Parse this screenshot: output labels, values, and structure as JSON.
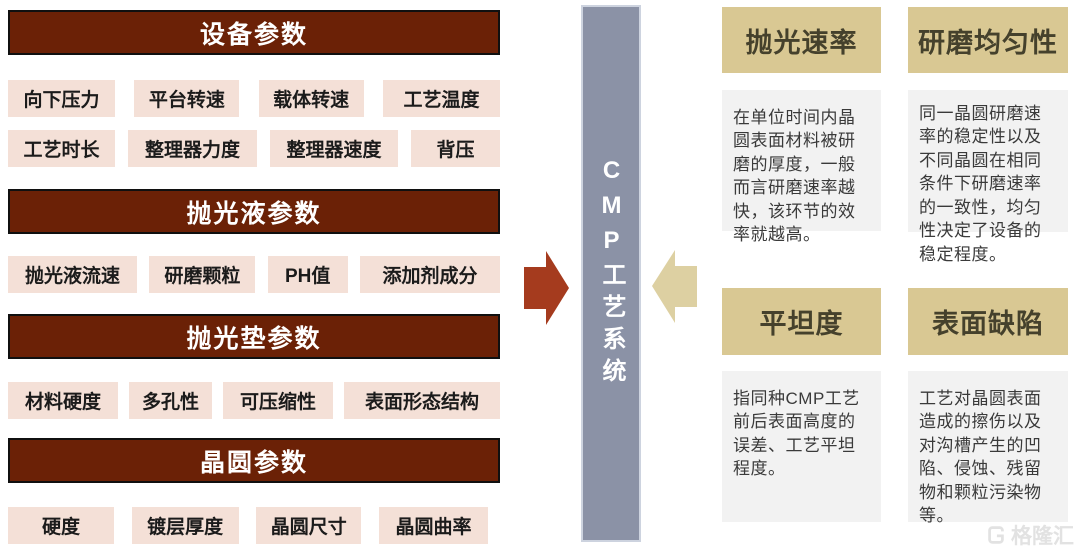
{
  "colors": {
    "header_red": "#6B2106",
    "tag_pink": "#F4E0D7",
    "bar_gray": "#8B92A6",
    "arrow_red": "#A53B1E",
    "arrow_tan": "#DDD0A2",
    "right_header_tan": "#D9C893",
    "description_gray": "#F2F2F2"
  },
  "left": {
    "sections": [
      {
        "title": "设备参数",
        "rows": [
          [
            "向下压力",
            "平台转速",
            "载体转速",
            "工艺温度"
          ],
          [
            "工艺时长",
            "整理器力度",
            "整理器速度",
            "背压"
          ]
        ]
      },
      {
        "title": "抛光液参数",
        "rows": [
          [
            "抛光液流速",
            "研磨颗粒",
            "PH值",
            "添加剂成分"
          ]
        ]
      },
      {
        "title": "抛光垫参数",
        "rows": [
          [
            "材料硬度",
            "多孔性",
            "可压缩性",
            "表面形态结构"
          ]
        ]
      },
      {
        "title": "晶圆参数",
        "rows": [
          [
            "硬度",
            "镀层厚度",
            "晶圆尺寸",
            "晶圆曲率"
          ]
        ]
      }
    ]
  },
  "center": {
    "label": "CMP工艺系统"
  },
  "right": {
    "sections": [
      {
        "title": "抛光速率",
        "description": "在单位时间内晶圆表面材料被研磨的厚度，一般而言研磨速率越快，该环节的效率就越高。"
      },
      {
        "title": "研磨均匀性",
        "description": "同一晶圆研磨速率的稳定性以及不同晶圆在相同条件下研磨速率的一致性，均匀性决定了设备的稳定程度。"
      },
      {
        "title": "平坦度",
        "description": "指同种CMP工艺前后表面高度的误差、工艺平坦程度。"
      },
      {
        "title": "表面缺陷",
        "description": "工艺对晶圆表面造成的擦伤以及对沟槽产生的凹陷、侵蚀、残留物和颗粒污染物等。"
      }
    ]
  },
  "watermark": {
    "text": "格隆汇"
  }
}
